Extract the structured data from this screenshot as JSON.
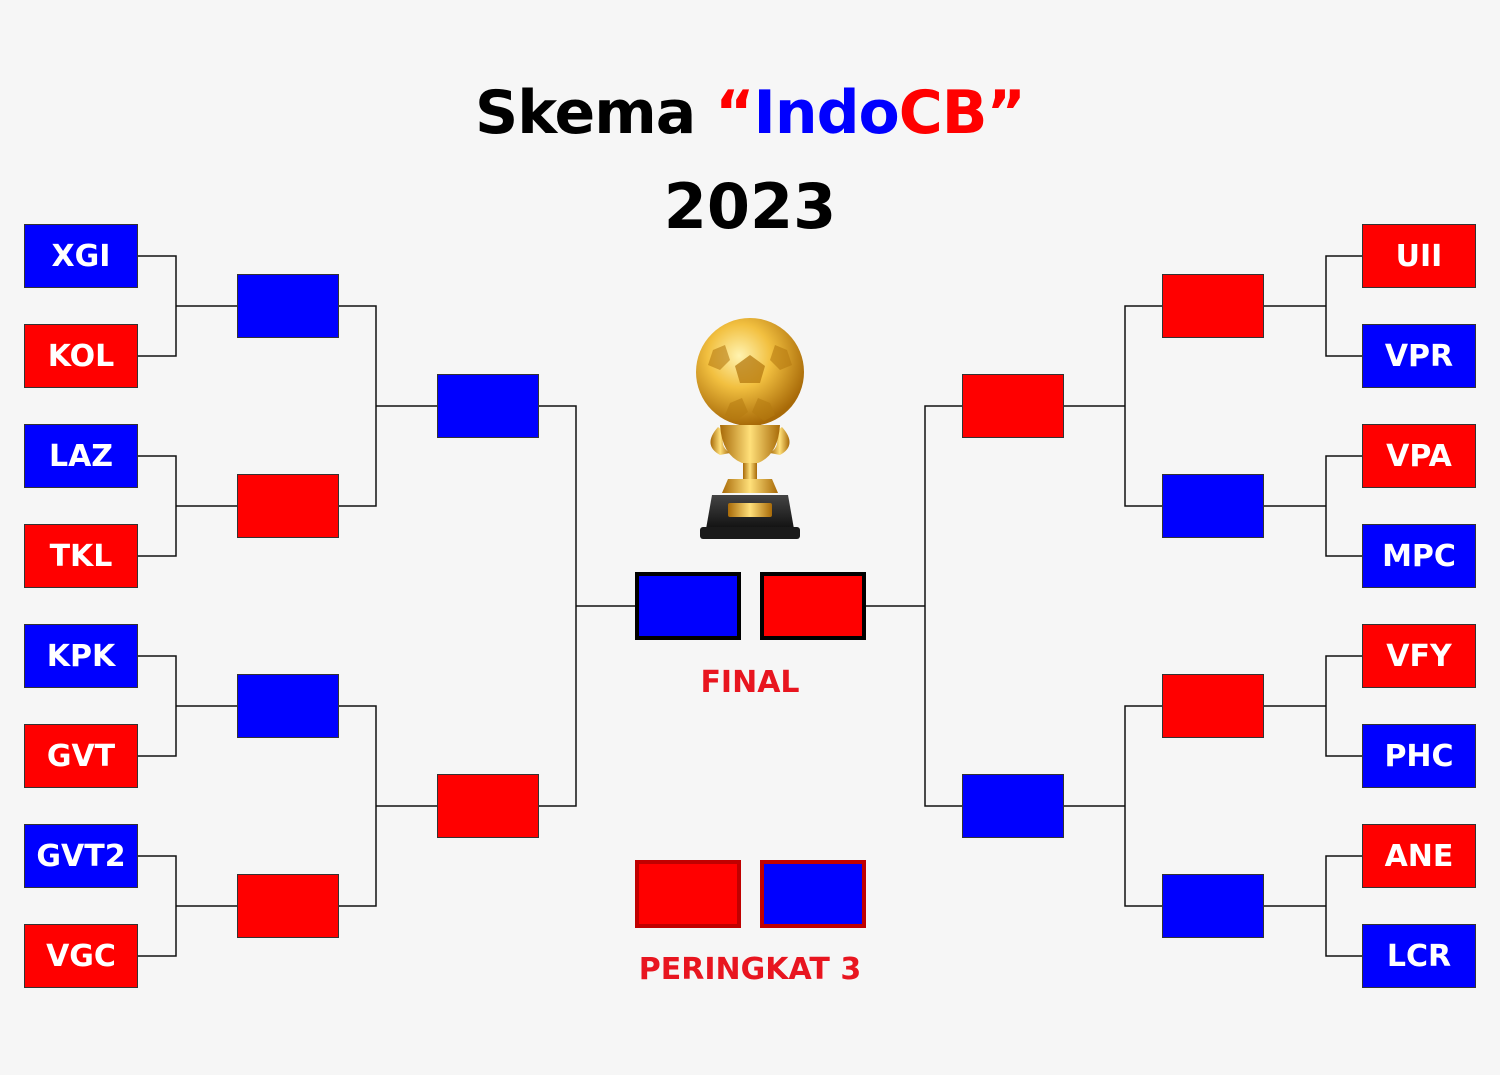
{
  "title": {
    "prefix": "Skema ",
    "open_quote": "“",
    "brand_part1": "Indo",
    "brand_part2": "CB",
    "close_quote": "”",
    "year": "2023"
  },
  "colors": {
    "blue": "#0000ff",
    "red": "#ff0000",
    "label": "#e8151f"
  },
  "left_teams": [
    {
      "name": "XGI",
      "color": "blue"
    },
    {
      "name": "KOL",
      "color": "red"
    },
    {
      "name": "LAZ",
      "color": "blue"
    },
    {
      "name": "TKL",
      "color": "red"
    },
    {
      "name": "KPK",
      "color": "blue"
    },
    {
      "name": "GVT",
      "color": "red"
    },
    {
      "name": "GVT2",
      "color": "blue"
    },
    {
      "name": "VGC",
      "color": "red"
    }
  ],
  "right_teams": [
    {
      "name": "UII",
      "color": "red"
    },
    {
      "name": "VPR",
      "color": "blue"
    },
    {
      "name": "VPA",
      "color": "red"
    },
    {
      "name": "MPC",
      "color": "blue"
    },
    {
      "name": "VFY",
      "color": "red"
    },
    {
      "name": "PHC",
      "color": "blue"
    },
    {
      "name": "ANE",
      "color": "red"
    },
    {
      "name": "LCR",
      "color": "blue"
    }
  ],
  "left_quarter_slots": [
    "blue",
    "red",
    "blue",
    "red"
  ],
  "left_semi_slots": [
    "blue",
    "red"
  ],
  "right_quarter_slots": [
    "red",
    "blue",
    "red",
    "blue"
  ],
  "right_semi_slots": [
    "red",
    "blue"
  ],
  "final_slots": [
    "blue",
    "red"
  ],
  "third_place_slots": [
    "red",
    "blue"
  ],
  "final_label": "FINAL",
  "third_place_label": "PERINGKAT 3",
  "trophy_icon": "trophy-icon"
}
